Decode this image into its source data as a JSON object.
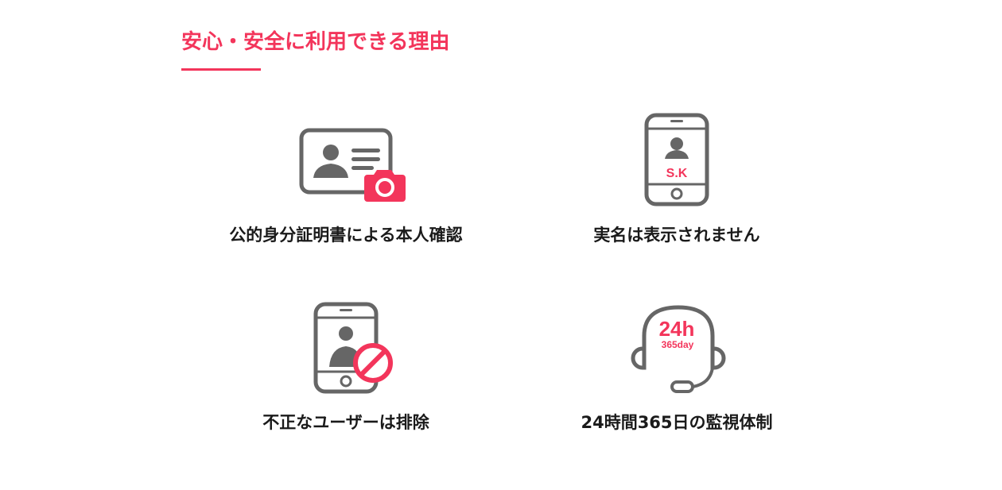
{
  "section": {
    "title": "安心・安全に利用できる理由"
  },
  "features": [
    {
      "label": "公的身分証明書による本人確認",
      "icon": "id-card-camera-icon"
    },
    {
      "label": "実名は表示されません",
      "icon": "phone-initials-icon",
      "initials": "S.K"
    },
    {
      "label": "不正なユーザーは排除",
      "icon": "phone-prohibited-icon"
    },
    {
      "label": "24時間365日の監視体制",
      "icon": "headset-24h-icon",
      "badge_main": "24h",
      "badge_sub": "365day"
    }
  ],
  "colors": {
    "accent": "#f3355b",
    "icon_gray": "#666666",
    "text": "#1a1a1a"
  }
}
